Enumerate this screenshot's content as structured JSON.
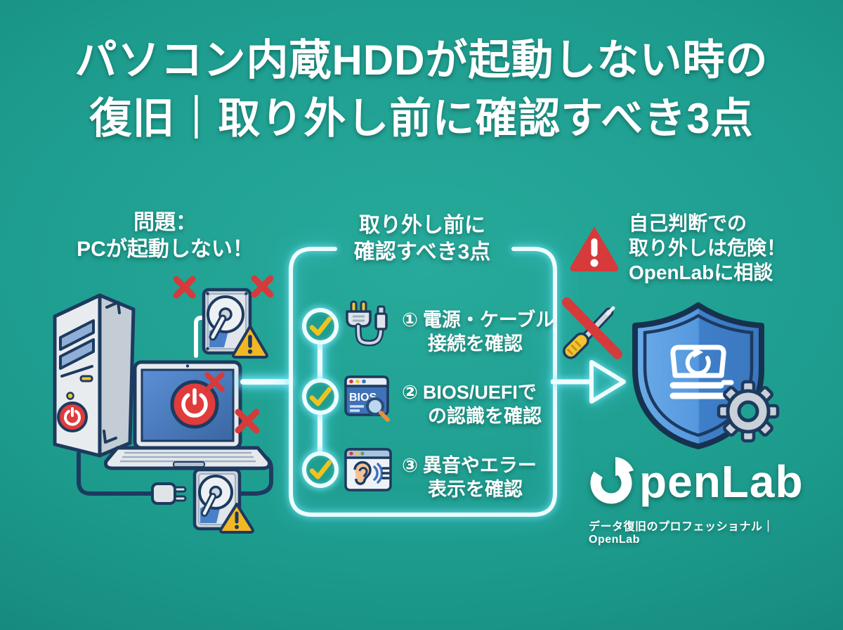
{
  "title": {
    "line1": "パソコン内蔵HDDが起動しない時の",
    "line2": "復旧｜取り外し前に確認すべき3点"
  },
  "problem": {
    "line1": "問題：",
    "line2": "PCが起動しない！"
  },
  "checklist": {
    "title_line1": "取り外し前に",
    "title_line2": "確認すべき3点",
    "items": [
      {
        "num": "①",
        "line1": "電源・ケーブル",
        "line2": "接続を確認",
        "icon": "power-cable-icon"
      },
      {
        "num": "②",
        "line1": "BIOS/UEFIで",
        "line2": "の認識を確認",
        "icon": "bios-window-icon",
        "bios_label": "BIOS"
      },
      {
        "num": "③",
        "line1": "異音やエラー",
        "line2": "表示を確認",
        "icon": "ear-listening-icon"
      }
    ]
  },
  "caution": {
    "line1": "自己判断での",
    "line2": "取り外しは危険！",
    "line3": "OpenLabに相談"
  },
  "brand": {
    "name": "OpenLab",
    "name_rest": "penLab",
    "tagline": "データ復旧のプロフェッショナル｜OpenLab"
  },
  "icons": {
    "problem": [
      "desktop-tower-icon",
      "laptop-icon",
      "hdd-icon",
      "warning-triangle-icon",
      "red-x-icon",
      "power-plug-icon"
    ],
    "checklist": [
      "check-circle-icon",
      "checkmark-icon",
      "power-cable-icon",
      "bios-window-icon",
      "magnifier-icon",
      "ear-listening-icon"
    ],
    "caution": [
      "alert-triangle-icon",
      "no-screwdriver-icon",
      "flow-arrow-icon",
      "shield-recovery-icon",
      "gear-icon"
    ],
    "brand": [
      "openlab-ring-icon"
    ]
  },
  "colors": {
    "background": "#1d9c8e",
    "accent_cyan": "#eefdff",
    "outline_navy": "#1d3a5f",
    "alert_red": "#d63a3a",
    "warning_yellow": "#f2b824",
    "screen_blue": "#4d84cc",
    "shield_blue": "#4e94dc",
    "check_yellow": "#eec31f"
  }
}
